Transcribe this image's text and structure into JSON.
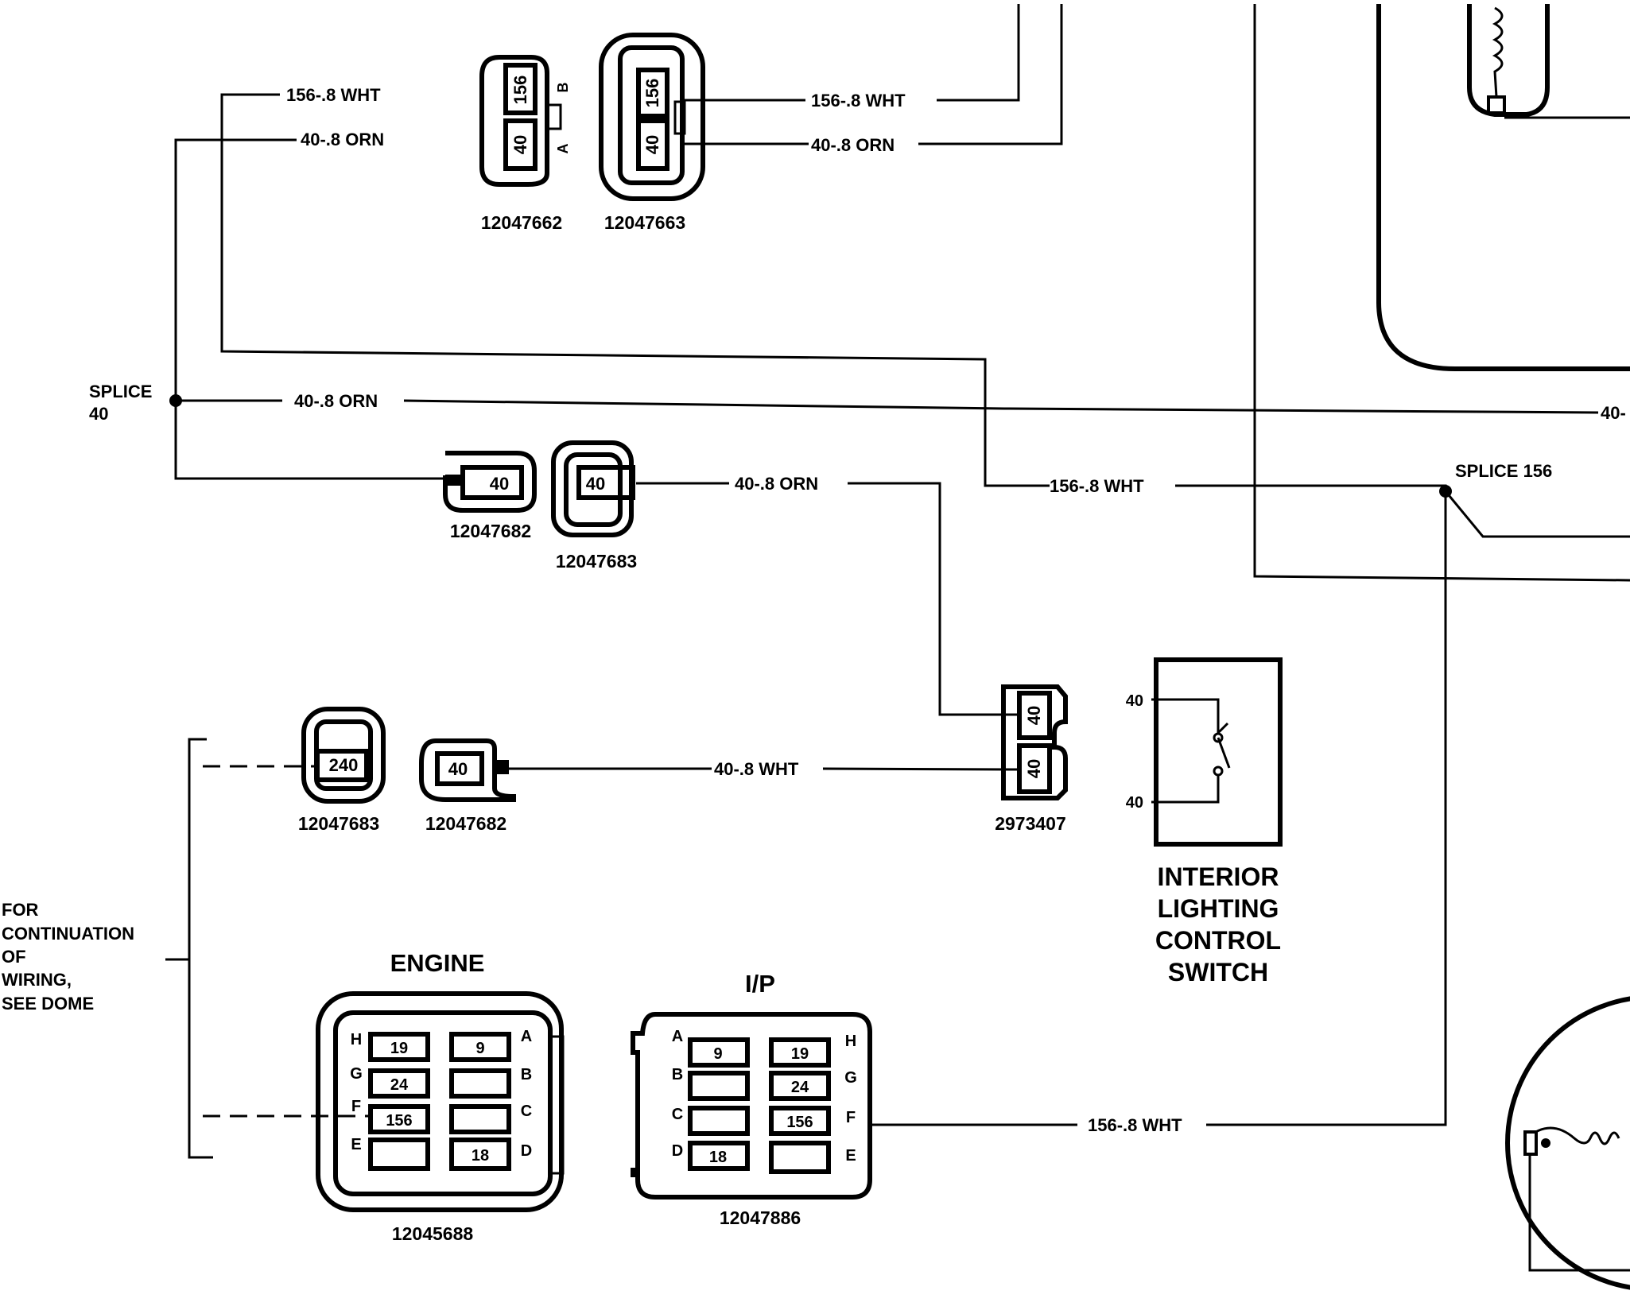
{
  "wires": {
    "w156_8_wht": "156-.8 WHT",
    "w40_8_orn": "40-.8 ORN",
    "w40_8_wht": "40-.8 WHT",
    "w40_cut": "40-"
  },
  "splices": {
    "splice40_line1": "SPLICE",
    "splice40_line2": "40",
    "splice156": "SPLICE 156"
  },
  "cavities": {
    "c156": "156",
    "c40": "40",
    "c240": "240",
    "c9": "9",
    "c19": "19",
    "c24": "24",
    "c18": "18"
  },
  "pin_letters": {
    "A": "A",
    "B": "B",
    "C": "C",
    "D": "D",
    "E": "E",
    "F": "F",
    "G": "G",
    "H": "H"
  },
  "part_numbers": {
    "p12047662": "12047662",
    "p12047663": "12047663",
    "p12047682": "12047682",
    "p12047683": "12047683",
    "p2973407": "2973407",
    "p12045688": "12045688",
    "p12047886": "12047886"
  },
  "labels": {
    "engine": "ENGINE",
    "ip": "I/P",
    "switch_l1": "INTERIOR",
    "switch_l2": "LIGHTING",
    "switch_l3": "CONTROL",
    "switch_l4": "SWITCH",
    "switch_pin_top": "40",
    "switch_pin_bottom": "40",
    "cont_l1": "FOR",
    "cont_l2": "CONTINUATION",
    "cont_l3": "OF",
    "cont_l4": "WIRING,",
    "cont_l5": "SEE DOME"
  }
}
